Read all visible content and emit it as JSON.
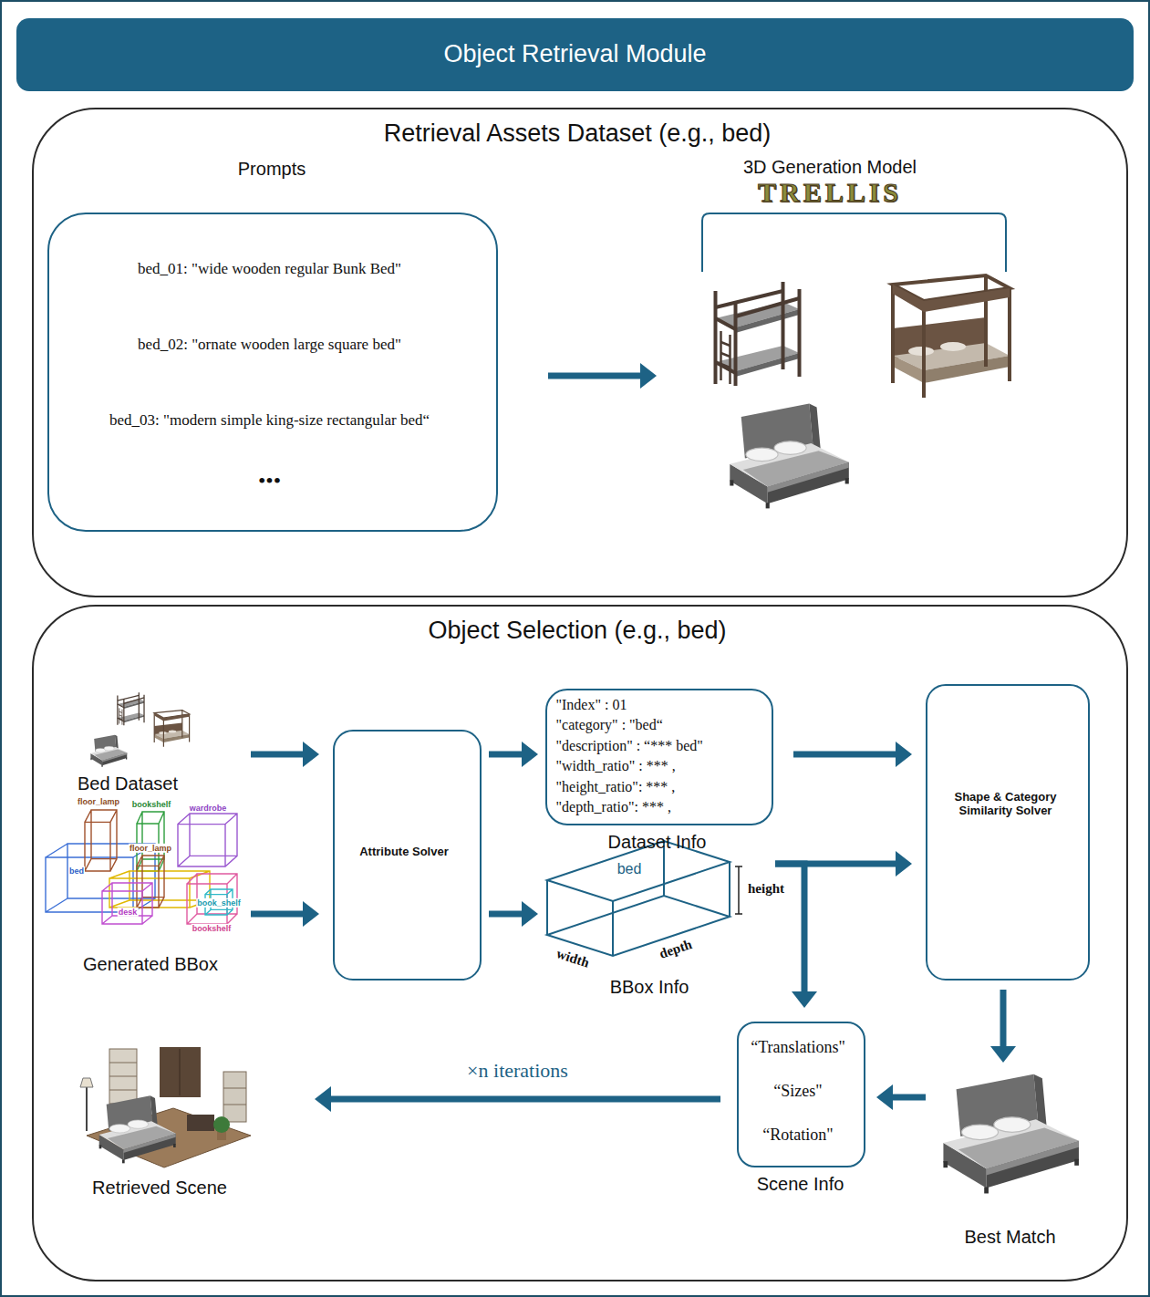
{
  "diagram": {
    "nodes": [
      {
        "text": [
          "Object Retrieval Module"
        ]
      },
      {
        "text": [
          "Retrieval Assets Dataset (e.g., bed)"
        ]
      },
      {
        "text": [
          "Prompts",
          "bed_01: \"wide wooden regular Bunk Bed\"",
          "bed_02: \"ornate wooden large square bed\"",
          "bed_03: \"modern simple king-size rectangular bed“",
          "•••"
        ],
        "in": 1
      },
      {
        "text": [
          "3D Generation Model",
          "TRELLIS"
        ],
        "in": 1
      },
      {
        "text": [
          "Object Selection (e.g., bed)"
        ]
      },
      {
        "text": [
          "Bed Dataset"
        ],
        "in": 4
      },
      {
        "text": [
          "Generated BBox"
        ],
        "in": 4
      },
      {
        "text": [
          "Attribute Solver"
        ],
        "in": 4
      },
      {
        "text": [
          "\"Index\" : 01",
          "\"category\" : \"bed“",
          "\"description\" : “*** bed\"",
          "\"width_ratio\" : *** ,",
          "\"height_ratio\": *** ,",
          "\"depth_ratio\": *** ,",
          "Dataset Info"
        ],
        "in": 4
      },
      {
        "text": [
          "bed",
          "BBox Info"
        ],
        "in": 4
      },
      {
        "text": [
          "Shape & Category Similarity Solver"
        ],
        "in": 4
      },
      {
        "text": [
          "“Translations\"",
          "“Sizes\"",
          "“Rotation\"",
          "Scene Info"
        ],
        "in": 4
      },
      {
        "text": [
          "Best Match"
        ],
        "in": 4
      },
      {
        "text": [
          "Retrieved Scene"
        ],
        "in": 4
      }
    ],
    "edges": [
      {
        "from": 2,
        "to": 3,
        "arrow": "to"
      },
      {
        "from": 5,
        "to": 7,
        "arrow": "to"
      },
      {
        "from": 6,
        "to": 7,
        "arrow": "to"
      },
      {
        "from": 7,
        "to": 8,
        "arrow": "to"
      },
      {
        "from": 7,
        "to": 9,
        "arrow": "to"
      },
      {
        "from": 8,
        "to": 10,
        "arrow": "to"
      },
      {
        "from": 9,
        "to": 10,
        "arrow": "to"
      },
      {
        "from": 9,
        "to": 11,
        "arrow": "to"
      },
      {
        "from": 10,
        "to": 12,
        "arrow": "to"
      },
      {
        "from": 12,
        "to": 11,
        "arrow": "to"
      },
      {
        "from": 11,
        "to": 13,
        "label": "×n iterations",
        "arrow": "to"
      }
    ],
    "labels": [
      "height",
      "width",
      "depth",
      "floor_lamp",
      "bookshelf",
      "wardrobe",
      "bed",
      "floor_lamp",
      "desk",
      "book_shelf",
      "bookshelf"
    ]
  }
}
